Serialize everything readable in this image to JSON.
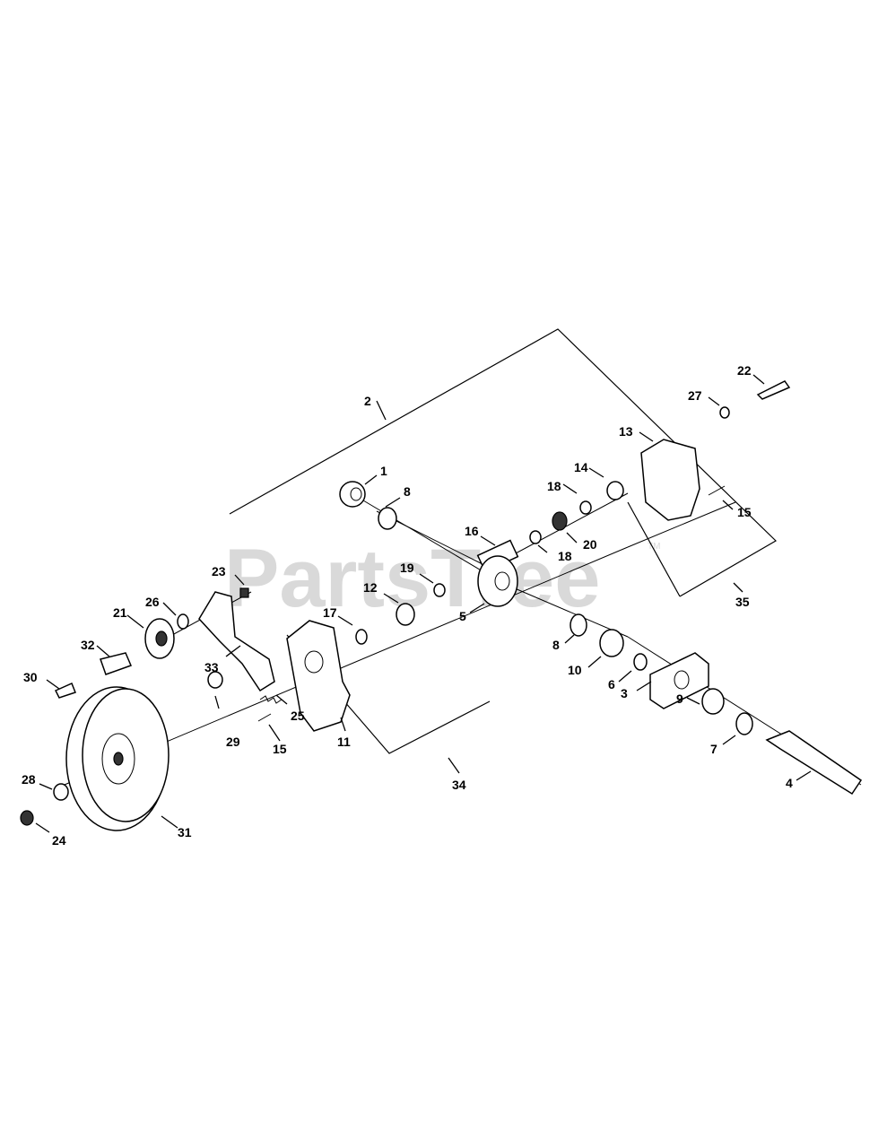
{
  "watermark": {
    "text": "PartsTree",
    "tm": "TM"
  },
  "callouts": {
    "c1": "1",
    "c2": "2",
    "c3": "3",
    "c4": "4",
    "c5": "5",
    "c6": "6",
    "c7": "7",
    "c8a": "8",
    "c8b": "8",
    "c9": "9",
    "c10": "10",
    "c11": "11",
    "c12": "12",
    "c13": "13",
    "c14": "14",
    "c15a": "15",
    "c15b": "15",
    "c16": "16",
    "c17": "17",
    "c18a": "18",
    "c18b": "18",
    "c19": "19",
    "c20": "20",
    "c21": "21",
    "c22": "22",
    "c23": "23",
    "c24": "24",
    "c25": "25",
    "c26": "26",
    "c27": "27",
    "c28": "28",
    "c29": "29",
    "c30": "30",
    "c31": "31",
    "c32": "32",
    "c33": "33",
    "c34": "34",
    "c35": "35"
  }
}
